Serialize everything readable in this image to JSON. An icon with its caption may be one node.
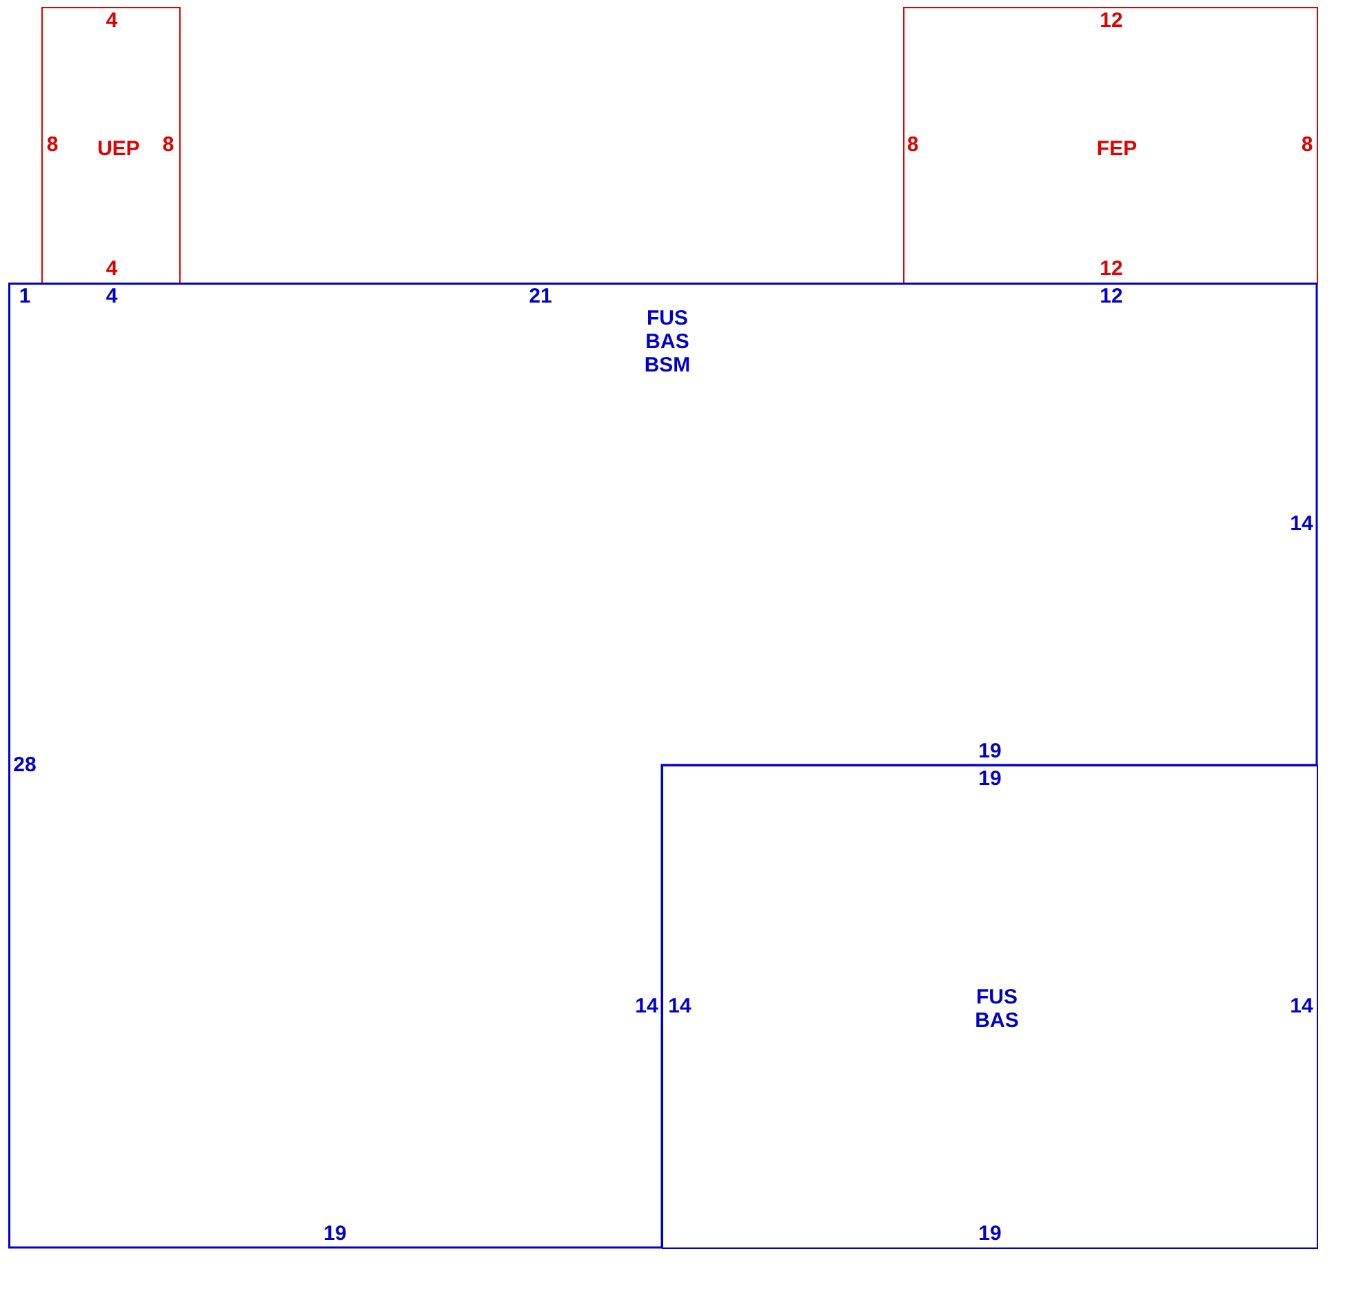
{
  "diagram": {
    "nodes": [
      {
        "text": [
          "UEP"
        ]
      },
      {
        "text": [
          "FEP"
        ]
      },
      {
        "text": [
          "FUS BAS BSM"
        ]
      },
      {
        "text": [
          "FUS BAS"
        ]
      }
    ],
    "labels": [
      "4",
      "12",
      "8",
      "8",
      "8",
      "8",
      "4",
      "12",
      "1",
      "4",
      "21",
      "12",
      "14",
      "19",
      "28",
      "19",
      "14",
      "14",
      "14",
      "19",
      "19"
    ]
  }
}
